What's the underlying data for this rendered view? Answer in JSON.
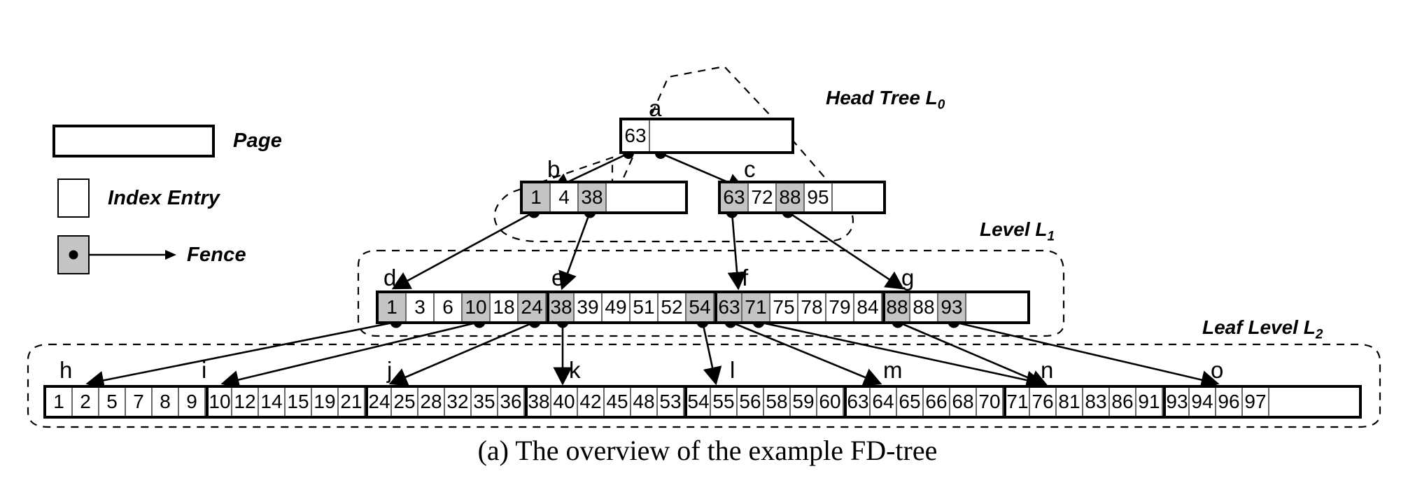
{
  "figure": {
    "caption": "(a)  The overview of the example FD-tree"
  },
  "legend": {
    "items": [
      {
        "icon": "page-rect-icon",
        "label": "Page"
      },
      {
        "icon": "index-entry-rect-icon",
        "label": "Index Entry"
      },
      {
        "icon": "fence-rect-icon",
        "label": "Fence"
      }
    ]
  },
  "regions": [
    {
      "name": "head-tree",
      "label": "Head Tree L",
      "sub": "0"
    },
    {
      "name": "level-l1",
      "label": "Level L",
      "sub": "1"
    },
    {
      "name": "leaf-level",
      "label": "Leaf Level L",
      "sub": "2"
    }
  ],
  "nodes": {
    "a": {
      "id": "a",
      "cells": [
        {
          "v": "63",
          "fence": false,
          "gray": false
        }
      ]
    },
    "b": {
      "id": "b",
      "cells": [
        {
          "v": "1",
          "gray": true,
          "fence": true
        },
        {
          "v": "4",
          "gray": false,
          "fence": false
        },
        {
          "v": "38",
          "gray": true,
          "fence": true
        }
      ]
    },
    "c": {
      "id": "c",
      "cells": [
        {
          "v": "63",
          "gray": true,
          "fence": true
        },
        {
          "v": "72",
          "gray": false,
          "fence": false
        },
        {
          "v": "88",
          "gray": true,
          "fence": true
        },
        {
          "v": "95",
          "gray": false,
          "fence": false
        }
      ]
    },
    "d": {
      "id": "d",
      "cells": [
        {
          "v": "1",
          "gray": true,
          "fence": true
        },
        {
          "v": "3",
          "gray": false,
          "fence": false
        },
        {
          "v": "6",
          "gray": false,
          "fence": false
        },
        {
          "v": "10",
          "gray": true,
          "fence": true
        },
        {
          "v": "18",
          "gray": false,
          "fence": false
        },
        {
          "v": "24",
          "gray": true,
          "fence": true
        }
      ]
    },
    "e": {
      "id": "e",
      "cells": [
        {
          "v": "38",
          "gray": true,
          "fence": true
        },
        {
          "v": "39",
          "gray": false,
          "fence": false
        },
        {
          "v": "49",
          "gray": false,
          "fence": false
        },
        {
          "v": "51",
          "gray": false,
          "fence": false
        },
        {
          "v": "52",
          "gray": false,
          "fence": false
        },
        {
          "v": "54",
          "gray": true,
          "fence": true
        }
      ]
    },
    "f": {
      "id": "f",
      "cells": [
        {
          "v": "63",
          "gray": true,
          "fence": true
        },
        {
          "v": "71",
          "gray": true,
          "fence": true
        },
        {
          "v": "75",
          "gray": false,
          "fence": false
        },
        {
          "v": "78",
          "gray": false,
          "fence": false
        },
        {
          "v": "79",
          "gray": false,
          "fence": false
        },
        {
          "v": "84",
          "gray": false,
          "fence": false
        }
      ]
    },
    "g": {
      "id": "g",
      "cells": [
        {
          "v": "88",
          "gray": true,
          "fence": true
        },
        {
          "v": "88",
          "gray": false,
          "fence": false
        },
        {
          "v": "93",
          "gray": true,
          "fence": true
        }
      ]
    },
    "h": {
      "id": "h",
      "cells": [
        {
          "v": "1"
        },
        {
          "v": "2"
        },
        {
          "v": "5"
        },
        {
          "v": "7"
        },
        {
          "v": "8"
        },
        {
          "v": "9"
        }
      ]
    },
    "i": {
      "id": "i",
      "cells": [
        {
          "v": "10"
        },
        {
          "v": "12"
        },
        {
          "v": "14"
        },
        {
          "v": "15"
        },
        {
          "v": "19"
        },
        {
          "v": "21"
        }
      ]
    },
    "j": {
      "id": "j",
      "cells": [
        {
          "v": "24"
        },
        {
          "v": "25"
        },
        {
          "v": "28"
        },
        {
          "v": "32"
        },
        {
          "v": "35"
        },
        {
          "v": "36"
        }
      ]
    },
    "k": {
      "id": "k",
      "cells": [
        {
          "v": "38"
        },
        {
          "v": "40"
        },
        {
          "v": "42"
        },
        {
          "v": "45"
        },
        {
          "v": "48"
        },
        {
          "v": "53"
        }
      ]
    },
    "l": {
      "id": "l",
      "cells": [
        {
          "v": "54"
        },
        {
          "v": "55"
        },
        {
          "v": "56"
        },
        {
          "v": "58"
        },
        {
          "v": "59"
        },
        {
          "v": "60"
        }
      ]
    },
    "m": {
      "id": "m",
      "cells": [
        {
          "v": "63"
        },
        {
          "v": "64"
        },
        {
          "v": "65"
        },
        {
          "v": "66"
        },
        {
          "v": "68"
        },
        {
          "v": "70"
        }
      ]
    },
    "n": {
      "id": "n",
      "cells": [
        {
          "v": "71"
        },
        {
          "v": "76"
        },
        {
          "v": "81"
        },
        {
          "v": "83"
        },
        {
          "v": "86"
        },
        {
          "v": "91"
        }
      ]
    },
    "o": {
      "id": "o",
      "cells": [
        {
          "v": "93"
        },
        {
          "v": "94"
        },
        {
          "v": "96"
        },
        {
          "v": "97"
        }
      ]
    }
  },
  "colors": {
    "fence_fill": "#c4c4c4",
    "stroke": "#000000",
    "page_fill": "#ffffff"
  }
}
